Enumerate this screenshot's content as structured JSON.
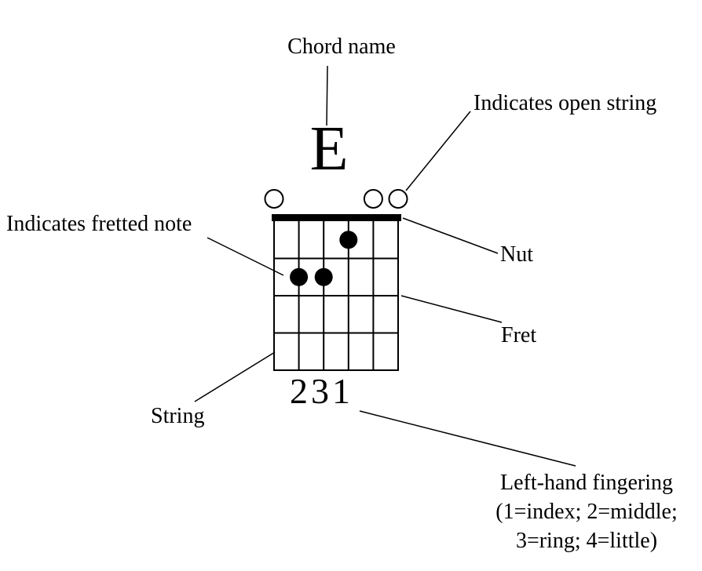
{
  "annotations": {
    "chord_name": "Chord name",
    "open_string": "Indicates open string",
    "fretted_note": "Indicates fretted note",
    "nut": "Nut",
    "fret": "Fret",
    "string": "String",
    "fingering_line1": "Left-hand fingering",
    "fingering_line2": "(1=index; 2=middle;",
    "fingering_line3": "3=ring; 4=little)"
  },
  "chord": {
    "name": "E",
    "num_strings": 6,
    "num_frets": 4,
    "open_strings": [
      1,
      5,
      6
    ],
    "fretted_notes": [
      {
        "string": 2,
        "fret": 2,
        "finger": "2"
      },
      {
        "string": 3,
        "fret": 2,
        "finger": "3"
      },
      {
        "string": 4,
        "fret": 1,
        "finger": "1"
      }
    ],
    "fingering": "231"
  },
  "colors": {
    "foreground": "#000000",
    "background": "#ffffff"
  }
}
